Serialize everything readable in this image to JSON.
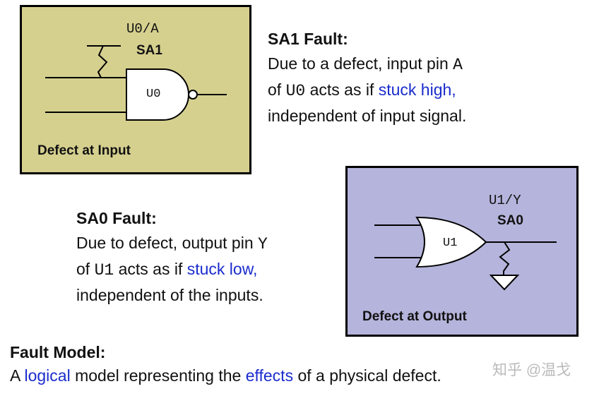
{
  "input_panel": {
    "pin_label": "U0/A",
    "fault_code": "SA1",
    "gate_label": "U0",
    "caption": "Defect at Input",
    "colors": {
      "background": "#d6d08f"
    }
  },
  "sa1": {
    "title": "SA1 Fault:",
    "line1_text": "Due to a defect, input pin ",
    "line1_code": "A",
    "line2_prefix": "of ",
    "line2_code": "U0",
    "line2_text": " acts as if ",
    "line2_highlight": "stuck high,",
    "line3": "independent of input signal."
  },
  "output_panel": {
    "pin_label": "U1/Y",
    "fault_code": "SA0",
    "gate_label": "U1",
    "caption": "Defect at Output",
    "colors": {
      "background": "#b4b4dc"
    }
  },
  "sa0": {
    "title": "SA0 Fault:",
    "line1_text": "Due to defect, output pin ",
    "line1_code": "Y",
    "line2_prefix": "of ",
    "line2_code": "U1",
    "line2_text": " acts as if ",
    "line2_highlight": "stuck low,",
    "line3": "independent of the inputs."
  },
  "fault_model": {
    "title": "Fault Model:",
    "t1": "A ",
    "h1": "logical",
    "t2": " model representing the ",
    "h2": "effects",
    "t3": " of a physical defect."
  },
  "watermark": "知乎 @温戈",
  "colors": {
    "highlight": "#1a2ccd"
  }
}
